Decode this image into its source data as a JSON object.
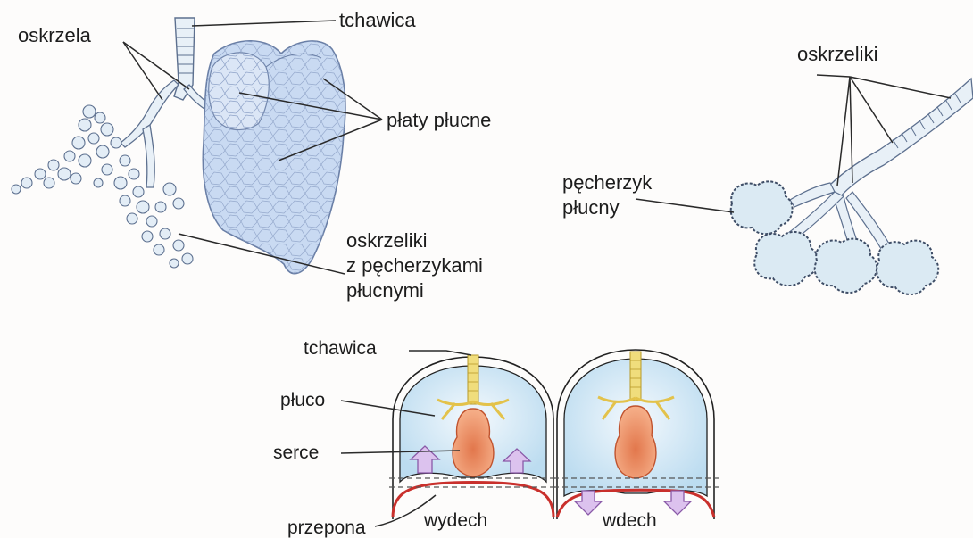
{
  "colors": {
    "lung_fill": "#c9daf2",
    "lung_stroke": "#6a7fa6",
    "bronchi_fill": "#e8f0f7",
    "alveoli_fill": "#dbeaf3",
    "chest_fill": "#c7e3f3",
    "heart_fill": "#f2a37c",
    "trachea_fill": "#f0dd7c",
    "diaphragm": "#c9302c",
    "arrow_fill": "#dcc2ee",
    "arrow_stroke": "#8a5aa8"
  },
  "top_left": {
    "label_bronchi": "oskrzela",
    "label_trachea": "tchawica",
    "label_lobes": "płaty płucne",
    "label_bronchioles": [
      "oskrzeliki",
      "z pęcherzykami",
      "płucnymi"
    ]
  },
  "top_right": {
    "label_bronchioles": "oskrzeliki",
    "label_alveolus": [
      "pęcherzyk",
      "płucny"
    ]
  },
  "bottom": {
    "label_trachea": "tchawica",
    "label_lung": "płuco",
    "label_heart": "serce",
    "label_diaphragm": "przepona",
    "label_exhale": "wydech",
    "label_inhale": "wdech"
  }
}
